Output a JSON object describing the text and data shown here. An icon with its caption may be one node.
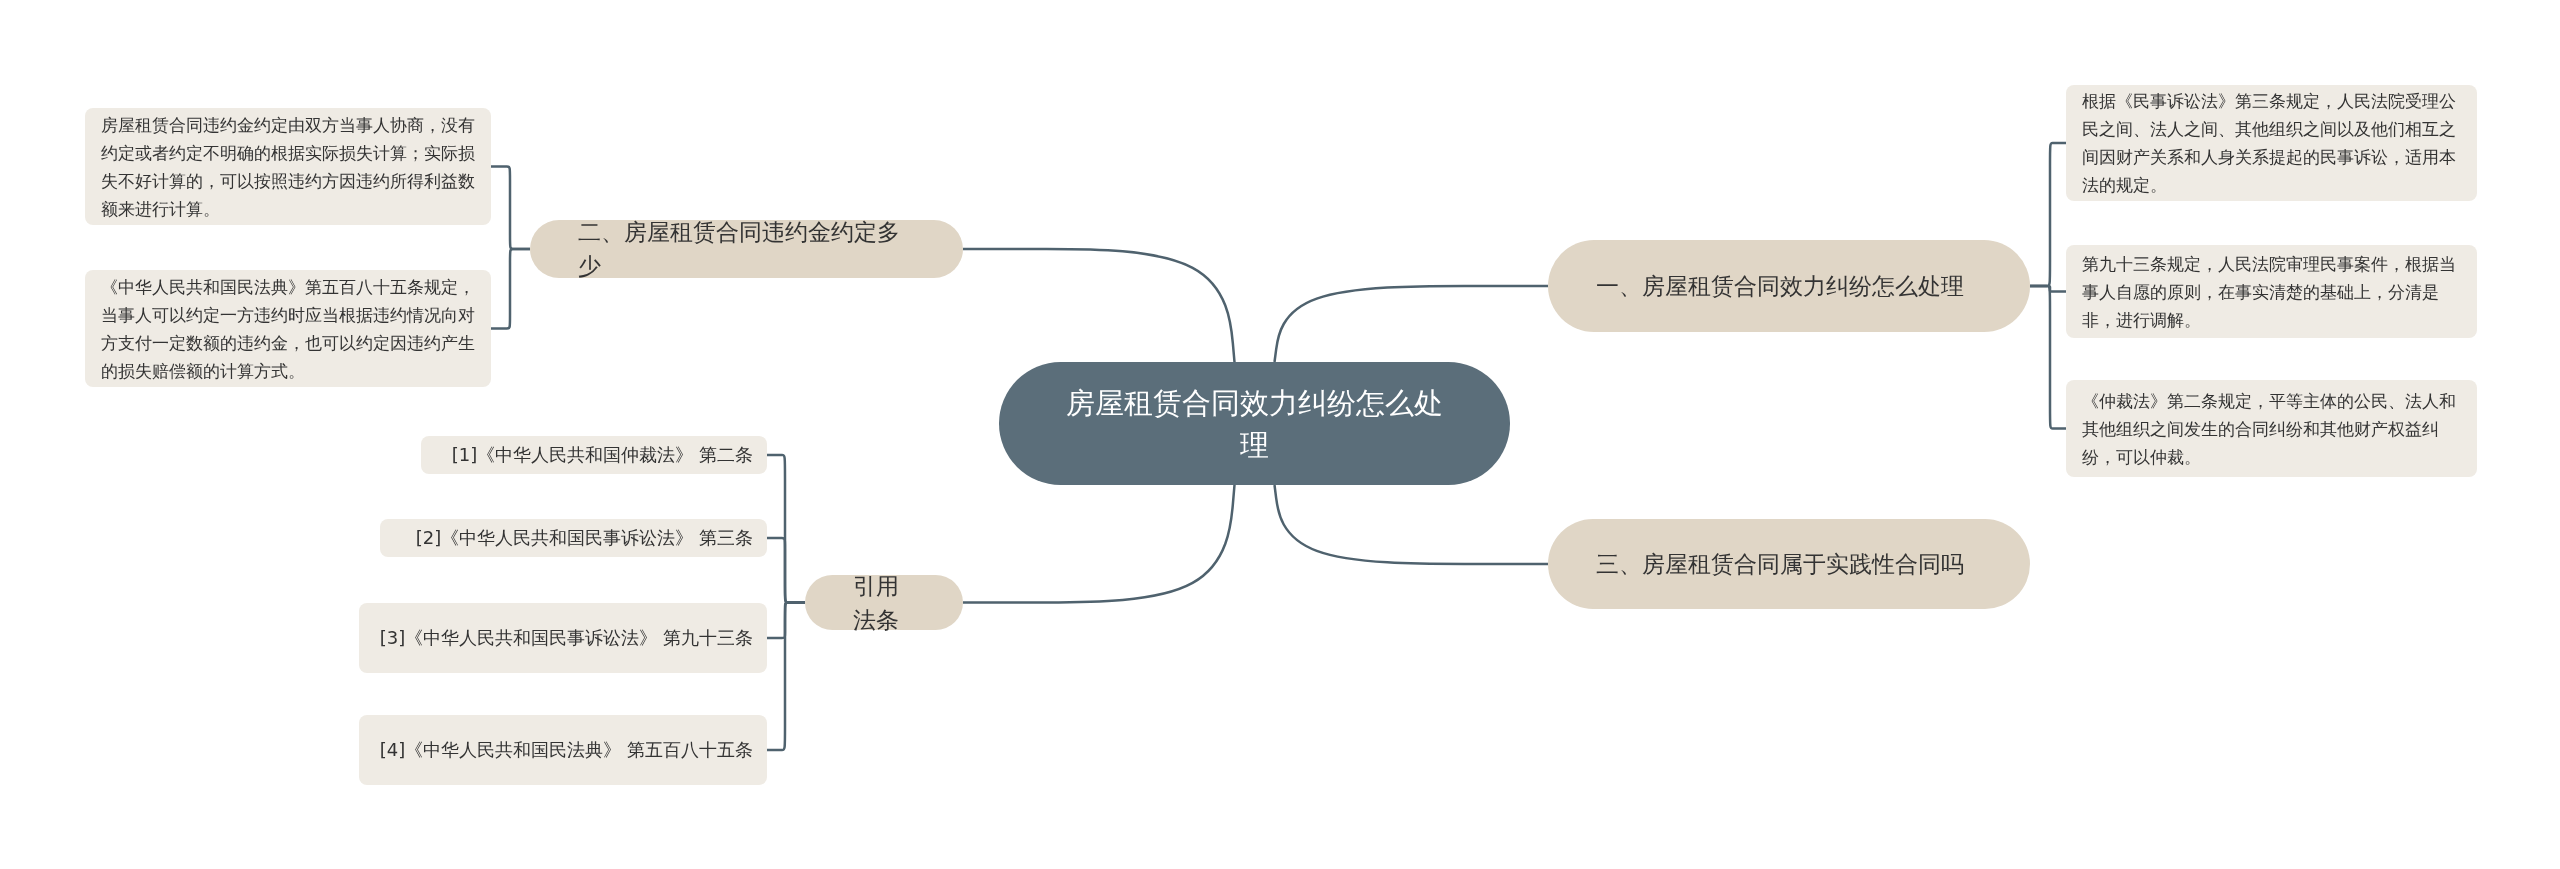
{
  "diagram": {
    "nodes": [
      {
        "text": [
          "房屋租赁合同效力纠纷怎么处理"
        ]
      },
      {
        "text": [
          "一、房屋租赁合同效力纠纷怎么处理"
        ]
      },
      {
        "text": [
          "根据《民事诉讼法》第三条规定，人民法院受理公民之间、法人之间、其他组织之间以及他们相互之间因财产关系和人身关系提起的民事诉讼，适用本法的规定。"
        ]
      },
      {
        "text": [
          "第九十三条规定，人民法院审理民事案件，根据当事人自愿的原则，在事实清楚的基础上，分清是非，进行调解。"
        ]
      },
      {
        "text": [
          "《仲裁法》第二条规定，平等主体的公民、法人和其他组织之间发生的合同纠纷和其他财产权益纠纷，可以仲裁。"
        ]
      },
      {
        "text": [
          "二、房屋租赁合同违约金约定多少"
        ]
      },
      {
        "text": [
          "房屋租赁合同违约金约定由双方当事人协商，没有约定或者约定不明确的根据实际损失计算；实际损失不好计算的，可以按照违约方因违约所得利益数额来进行计算。"
        ]
      },
      {
        "text": [
          "《中华人民共和国民法典》第五百八十五条规定，当事人可以约定一方违约时应当根据违约情况向对方支付一定数额的违约金，也可以约定因违约产生的损失赔偿额的计算方式。"
        ]
      },
      {
        "text": [
          "三、房屋租赁合同属于实践性合同吗"
        ]
      },
      {
        "text": [
          "引用法条"
        ]
      },
      {
        "text": [
          "[1]《中华人民共和国仲裁法》 第二条"
        ]
      },
      {
        "text": [
          "[2]《中华人民共和国民事诉讼法》 第三条"
        ]
      },
      {
        "text": [
          "[3]《中华人民共和国民事诉讼法》 第九十三条"
        ]
      },
      {
        "text": [
          "[4]《中华人民共和国民法典》 第五百八十五条"
        ]
      }
    ],
    "edges": [
      {
        "from": 0,
        "to": 1,
        "arrow": "none"
      },
      {
        "from": 1,
        "to": 2,
        "arrow": "none"
      },
      {
        "from": 1,
        "to": 3,
        "arrow": "none"
      },
      {
        "from": 1,
        "to": 4,
        "arrow": "none"
      },
      {
        "from": 0,
        "to": 5,
        "arrow": "none"
      },
      {
        "from": 5,
        "to": 6,
        "arrow": "none"
      },
      {
        "from": 5,
        "to": 7,
        "arrow": "none"
      },
      {
        "from": 0,
        "to": 8,
        "arrow": "none"
      },
      {
        "from": 0,
        "to": 9,
        "arrow": "none"
      },
      {
        "from": 9,
        "to": 10,
        "arrow": "none"
      },
      {
        "from": 9,
        "to": 11,
        "arrow": "none"
      },
      {
        "from": 9,
        "to": 12,
        "arrow": "none"
      },
      {
        "from": 9,
        "to": 13,
        "arrow": "none"
      }
    ]
  }
}
